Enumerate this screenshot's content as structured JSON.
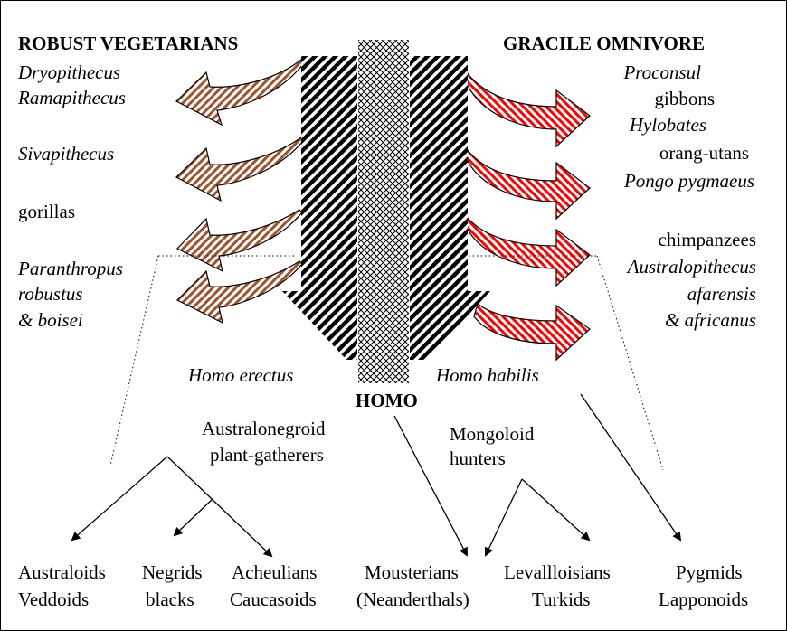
{
  "headings": {
    "left": "ROBUST VEGETARIANS",
    "right": "GRACILE OMNIVORE",
    "center": "HOMO"
  },
  "left_labels": {
    "dryopithecus": "Dryopithecus",
    "ramapithecus": "Ramapithecus",
    "sivapithecus": "Sivapithecus",
    "gorillas": "gorillas",
    "paranthropus": "Paranthropus",
    "robustus": "robustus",
    "boisei": "& boisei"
  },
  "right_labels": {
    "proconsul": "Proconsul",
    "gibbons": "gibbons",
    "hylobates": "Hylobates",
    "orang_utans": "orang-utans",
    "pongo": "Pongo pygmaeus",
    "chimpanzees": "chimpanzees",
    "australopithecus": "Australopithecus",
    "afarensis": "afarensis",
    "africanus": "& africanus"
  },
  "trunk_labels": {
    "homo_erectus": "Homo erectus",
    "homo_habilis": "Homo habilis"
  },
  "groups": {
    "australonegroid_1": "Australonegroid",
    "australonegroid_2": "plant-gatherers",
    "mongoloid_1": "Mongoloid",
    "mongoloid_2": "hunters"
  },
  "bottom": {
    "australoids": "Australoids",
    "veddoids": "Veddoids",
    "negrids": "Negrids",
    "blacks": "blacks",
    "acheulians": "Acheulians",
    "caucasoids": "Caucasoids",
    "mousterians": "Mousterians",
    "neanderthals": "(Neanderthals)",
    "levalloisians": "Levallloisians",
    "turkids": "Turkids",
    "pygmids": "Pygmids",
    "lapponoids": "Lapponoids"
  },
  "colors": {
    "left_arrow": "#a0522d",
    "right_arrow": "#ff0000",
    "trunk": "#000000",
    "line": "#000000"
  }
}
